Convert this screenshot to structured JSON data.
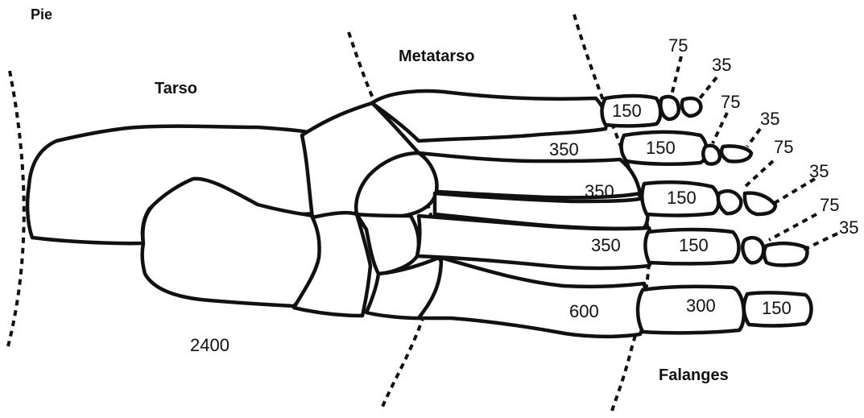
{
  "labels": {
    "pie": "Pie",
    "tarso": "Tarso",
    "metatarso": "Metatarso",
    "falanges": "Falanges"
  },
  "values": {
    "tarso": "2400",
    "metatarsal_1": "600",
    "metatarsal_2": "350",
    "metatarsal_3": "350",
    "metatarsal_4": "350",
    "toe1_proximal": "300",
    "toe1_distal": "150",
    "toe2_proximal": "150",
    "toe2_middle": "75",
    "toe2_distal": "35",
    "toe3_proximal": "150",
    "toe3_middle": "75",
    "toe3_distal": "35",
    "toe4_proximal": "150",
    "toe4_middle": "75",
    "toe4_distal": "35",
    "toe5_proximal": "150",
    "toe5_middle": "75",
    "toe5_distal": "35"
  }
}
